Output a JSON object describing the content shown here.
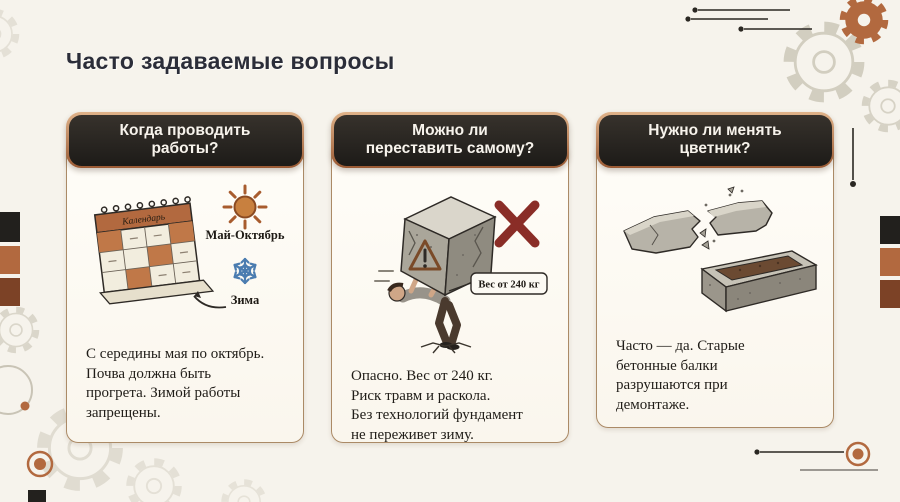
{
  "page": {
    "title": "Часто задаваемые вопросы"
  },
  "cards": [
    {
      "question": "Когда проводить\nработы?",
      "answer": "С середины мая по октябрь.\nПочва должна быть\nпрогрета. Зимой работы\nзапрещены.",
      "calendar_label": "Календарь",
      "summer_label": "Май-Октябрь",
      "winter_label": "Зима"
    },
    {
      "question": "Можно ли\nпереставить самому?",
      "answer": "Опасно. Вес от 240 кг.\nРиск травм и раскола.\nБез технологий фундамент\nне переживет зиму.",
      "weight_label": "Вес от 240 кг"
    },
    {
      "question": "Нужно ли менять\nцветник?",
      "answer": "Часто — да. Старые\nбетонные балки\nразрушаются при\nдемонтаже."
    }
  ],
  "colors": {
    "background": "#f6f3ec",
    "accent_copper": "#b2693f",
    "pill_dark": "#262320",
    "danger_red": "#8a2d27",
    "winter_blue": "#4b7cb0",
    "swatch_dark": "#22201d",
    "swatch_copper": "#b2693f",
    "swatch_brown": "#7c4226"
  },
  "icons": {
    "gear-icon": "⚙",
    "sun-icon": "☀",
    "snowflake-icon": "❄",
    "warning-icon": "⚠",
    "cross-icon": "✕",
    "calendar-icon": "📅"
  }
}
